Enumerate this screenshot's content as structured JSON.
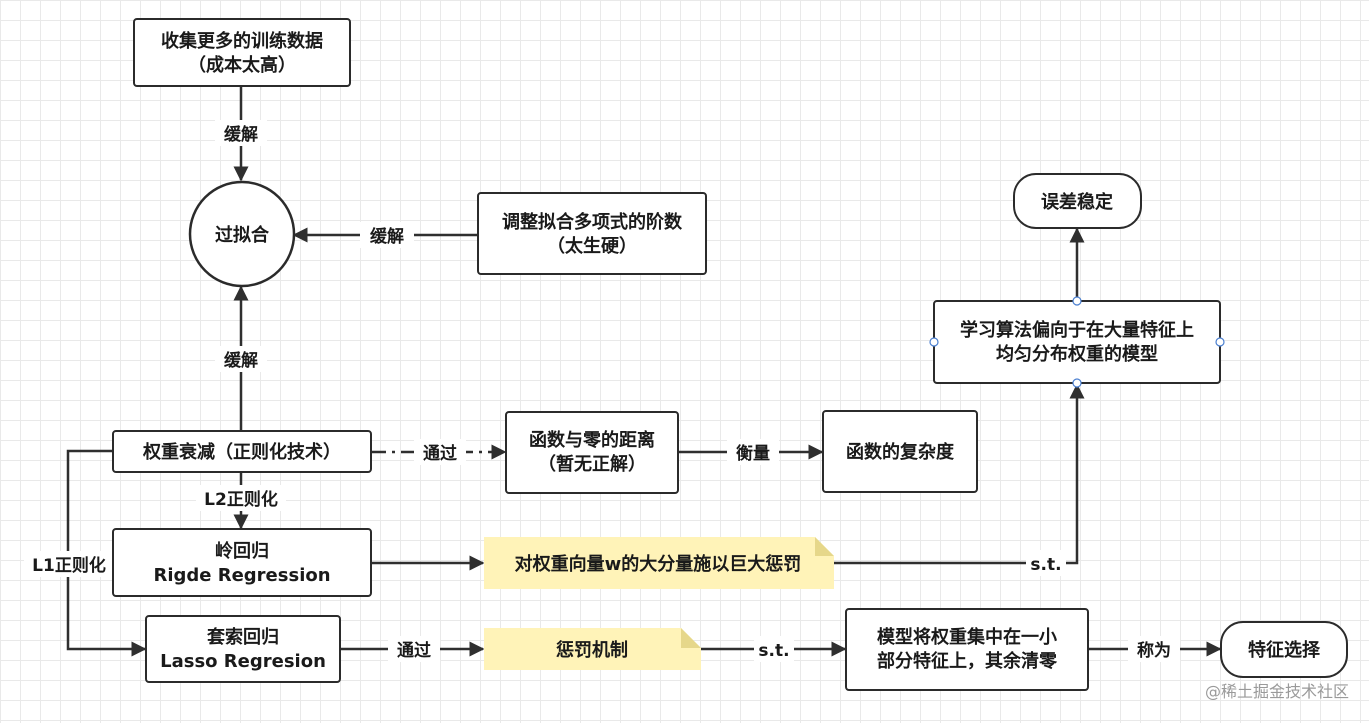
{
  "nodes": {
    "more_data": {
      "line1": "收集更多的训练数据",
      "line2": "（成本太高）"
    },
    "overfit": {
      "label": "过拟合"
    },
    "poly_degree": {
      "line1": "调整拟合多项式的阶数",
      "line2": "（太生硬）"
    },
    "weight_decay": {
      "label": "权重衰减（正则化技术）"
    },
    "func_dist": {
      "line1": "函数与零的距离",
      "line2": "（暂无正解）"
    },
    "complexity": {
      "label": "函数的复杂度"
    },
    "error_stable": {
      "label": "误差稳定"
    },
    "even_weights": {
      "line1": "学习算法偏向于在大量特征上",
      "line2": "均匀分布权重的模型"
    },
    "ridge": {
      "line1": "岭回归",
      "line2": "Rigde Regression"
    },
    "lasso": {
      "line1": "套索回归",
      "line2": "Lasso Regresion"
    },
    "ridge_note": {
      "label": "对权重向量w的大分量施以巨大惩罚"
    },
    "penalty_note": {
      "label": "惩罚机制"
    },
    "sparse_model": {
      "line1": "模型将权重集中在一小",
      "line2": "部分特征上，其余清零"
    },
    "feature_select": {
      "label": "特征选择"
    }
  },
  "edges": {
    "data_to_overfit": "缓解",
    "poly_to_overfit": "缓解",
    "decay_to_overfit": "缓解",
    "decay_to_dist": "通过",
    "dist_to_complexity": "衡量",
    "decay_to_ridge": "L2正则化",
    "decay_to_lasso": "L1正则化",
    "note_to_even": "s.t.",
    "lasso_to_penalty": "通过",
    "penalty_to_sparse": "s.t.",
    "sparse_to_feature": "称为"
  },
  "watermark": "@稀土掘金技术社区"
}
